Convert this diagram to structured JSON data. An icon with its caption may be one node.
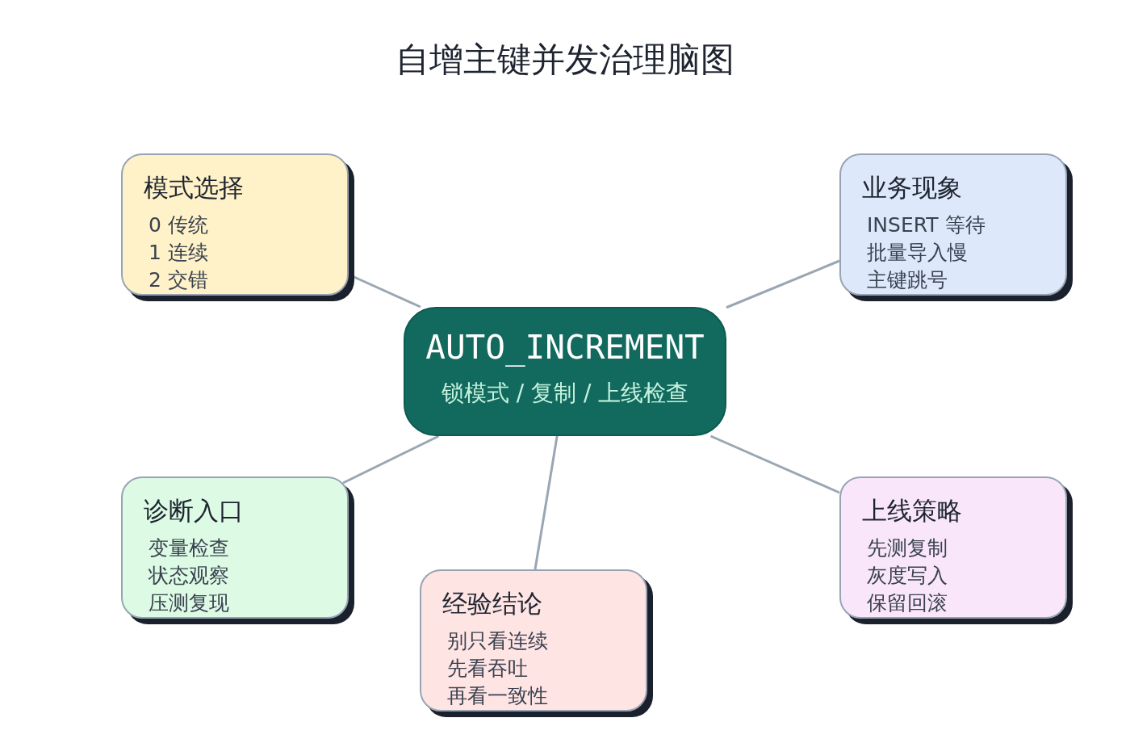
{
  "diagram": {
    "title": "自增主键并发治理脑图",
    "nodes": [
      {
        "text": [
          "模式选择",
          "0 传统",
          "1 连续",
          "2 交错"
        ]
      },
      {
        "text": [
          "业务现象",
          "INSERT 等待",
          "批量导入慢",
          "主键跳号"
        ]
      },
      {
        "text": [
          "AUTO_INCREMENT",
          "锁模式 / 复制 / 上线检查"
        ]
      },
      {
        "text": [
          "诊断入口",
          "变量检查",
          "状态观察",
          "压测复现"
        ]
      },
      {
        "text": [
          "上线策略",
          "先测复制",
          "灰度写入",
          "保留回滚"
        ]
      },
      {
        "text": [
          "经验结论",
          "别只看连续",
          "先看吞吐",
          "再看一致性"
        ]
      }
    ],
    "edges": [
      {
        "from": 2,
        "to": 0,
        "arrow": "none"
      },
      {
        "from": 2,
        "to": 1,
        "arrow": "none"
      },
      {
        "from": 2,
        "to": 3,
        "arrow": "none"
      },
      {
        "from": 2,
        "to": 4,
        "arrow": "none"
      },
      {
        "from": 2,
        "to": 5,
        "arrow": "none"
      }
    ]
  }
}
